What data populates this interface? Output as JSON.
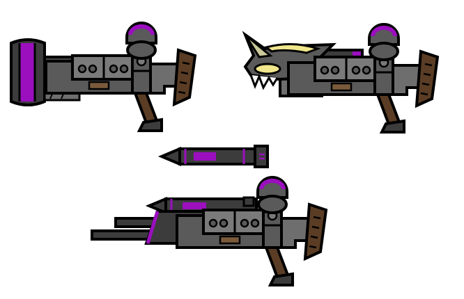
{
  "sheet": {
    "kind": "weapon sprite sheet",
    "background": "#ffffff"
  },
  "palette": {
    "outline": "#000000",
    "metal_dark": "#3c3c3c",
    "metal_mid": "#5a5a5a",
    "metal_light": "#7a7a7a",
    "accent_purple": "#9b0fbf",
    "accent_yellow": "#f0e68c",
    "wood_brown": "#5a3d24",
    "gold": "#d4b000"
  },
  "sprites": [
    {
      "id": "cannon-launcher",
      "parts": [
        "barrel-cap-purple",
        "riveted-body",
        "dial-panel",
        "scope-dome",
        "grip",
        "stock"
      ]
    },
    {
      "id": "dragon-head-launcher",
      "parts": [
        "dragon-head-muzzle",
        "yellow-eye",
        "fangs",
        "riveted-body",
        "scope-dome",
        "grip",
        "stock"
      ]
    },
    {
      "id": "rocket-projectile",
      "parts": [
        "nose-cone",
        "purple-band",
        "tail-fin"
      ]
    },
    {
      "id": "long-barrel-launcher",
      "parts": [
        "twin-barrels",
        "rocket-loaded",
        "purple-trim",
        "riveted-body",
        "scope-dome",
        "grip",
        "stock"
      ]
    }
  ]
}
